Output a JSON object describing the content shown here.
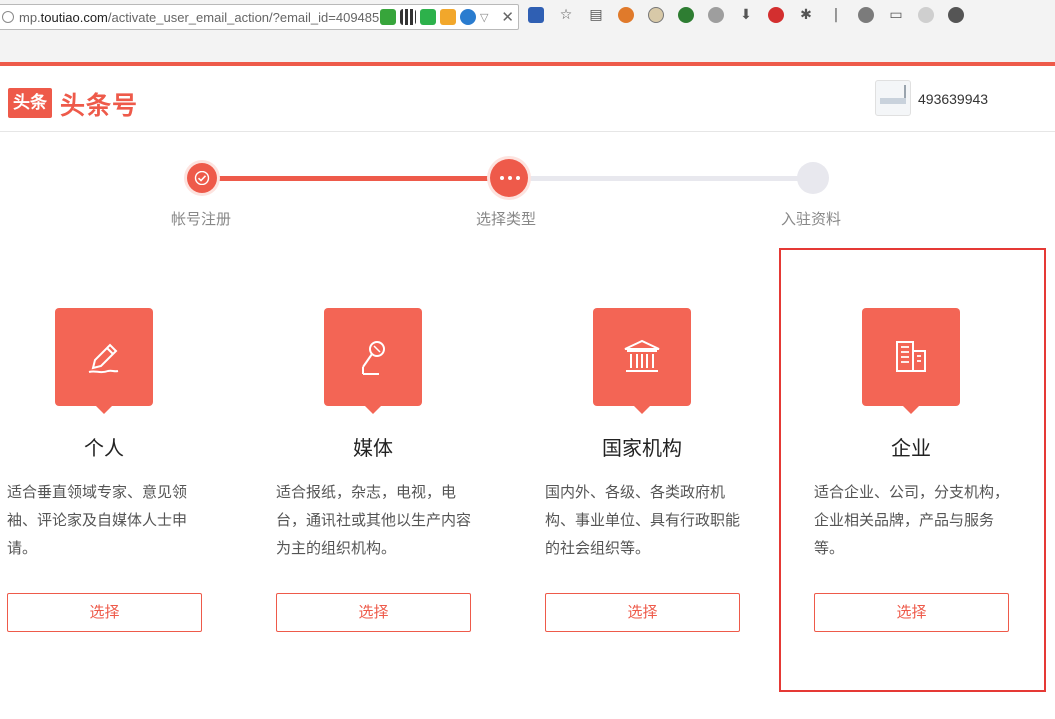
{
  "browser": {
    "url_prefix": "mp.",
    "url_domain": "toutiao.com",
    "url_path": "/activate_user_email_action/?email_id=409485"
  },
  "header": {
    "logo_badge": "头条",
    "logo_text": "头条号",
    "user_id": "493639943"
  },
  "progress": {
    "completed_fraction": 0.5,
    "steps": [
      {
        "label": "帐号注册",
        "state": "done"
      },
      {
        "label": "选择类型",
        "state": "current"
      },
      {
        "label": "入驻资料",
        "state": "pending"
      }
    ]
  },
  "cards": [
    {
      "title": "个人",
      "desc": "适合垂直领域专家、意见领袖、评论家及自媒体人士申请。",
      "button": "选择",
      "icon": "pen-icon"
    },
    {
      "title": "媒体",
      "desc": "适合报纸，杂志，电视，电台，通讯社或其他以生产内容为主的组织机构。",
      "button": "选择",
      "icon": "microphone-icon"
    },
    {
      "title": "国家机构",
      "desc": "国内外、各级、各类政府机构、事业单位、具有行政职能的社会组织等。",
      "button": "选择",
      "icon": "government-building-icon"
    },
    {
      "title": "企业",
      "desc": "适合企业、公司，分支机构，企业相关品牌，产品与服务等。",
      "button": "选择",
      "icon": "office-building-icon"
    }
  ],
  "colors": {
    "accent": "#ee5a4a",
    "card_icon_bg": "#f36555",
    "highlight_border": "#e53935"
  }
}
